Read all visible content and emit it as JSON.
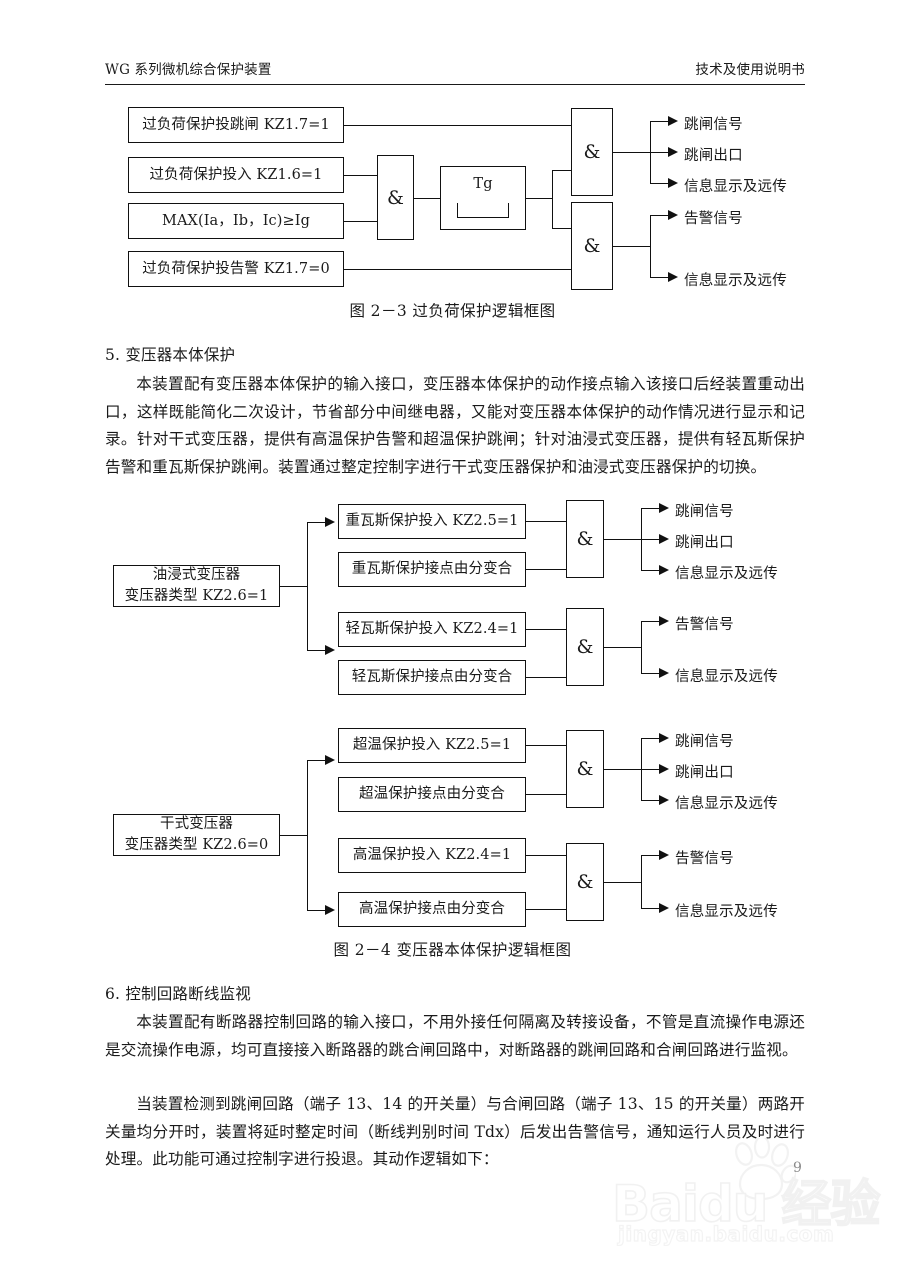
{
  "header": {
    "left": "WG 系列微机综合保护装置",
    "right": "技术及使用说明书"
  },
  "figure1": {
    "caption": "图 2－3  过负荷保护逻辑框图",
    "inputs": [
      "过负荷保护投跳闸 KZ1.7=1",
      "过负荷保护投入 KZ1.6=1",
      "MAX(Ia，Ib，Ic)≥Ig",
      "过负荷保护投告警 KZ1.7=0"
    ],
    "gates": {
      "and_symbol": "&",
      "timer_label": "Tg"
    },
    "outputs_trip": [
      "跳闸信号",
      "跳闸出口",
      "信息显示及远传"
    ],
    "outputs_alarm": [
      "告警信号",
      "信息显示及远传"
    ]
  },
  "section5": {
    "heading": "5.  变压器本体保护",
    "paragraph": "本装置配有变压器本体保护的输入接口，变压器本体保护的动作接点输入该接口后经装置重动出口，这样既能简化二次设计，节省部分中间继电器，又能对变压器本体保护的动作情况进行显示和记录。针对干式变压器，提供有高温保护告警和超温保护跳闸；针对油浸式变压器，提供有轻瓦斯保护告警和重瓦斯保护跳闸。装置通过整定控制字进行干式变压器保护和油浸式变压器保护的切换。"
  },
  "figure2": {
    "caption": "图 2－4  变压器本体保护逻辑框图",
    "source_oil": {
      "line1": "油浸式变压器",
      "line2": "变压器类型 KZ2.6=1"
    },
    "source_dry": {
      "line1": "干式变压器",
      "line2": "变压器类型 KZ2.6=0"
    },
    "and_symbol": "&",
    "groups": [
      {
        "inputs": [
          "重瓦斯保护投入 KZ2.5=1",
          "重瓦斯保护接点由分变合"
        ],
        "outputs": [
          "跳闸信号",
          "跳闸出口",
          "信息显示及远传"
        ]
      },
      {
        "inputs": [
          "轻瓦斯保护投入 KZ2.4=1",
          "轻瓦斯保护接点由分变合"
        ],
        "outputs": [
          "告警信号",
          "信息显示及远传"
        ]
      },
      {
        "inputs": [
          "超温保护投入 KZ2.5=1",
          "超温保护接点由分变合"
        ],
        "outputs": [
          "跳闸信号",
          "跳闸出口",
          "信息显示及远传"
        ]
      },
      {
        "inputs": [
          "高温保护投入 KZ2.4=1",
          "高温保护接点由分变合"
        ],
        "outputs": [
          "告警信号",
          "信息显示及远传"
        ]
      }
    ]
  },
  "section6": {
    "heading": "6. 控制回路断线监视",
    "paragraph1": "本装置配有断路器控制回路的输入接口，不用外接任何隔离及转接设备，不管是直流操作电源还是交流操作电源，均可直接接入断路器的跳合闸回路中，对断路器的跳闸回路和合闸回路进行监视。",
    "paragraph2": "当装置检测到跳闸回路（端子 13、14 的开关量）与合闸回路（端子 13、15 的开关量）两路开关量均分开时，装置将延时整定时间（断线判别时间 Tdx）后发出告警信号，通知运行人员及时进行处理。此功能可通过控制字进行投退。其动作逻辑如下："
  },
  "watermark": {
    "brand": "Baidu",
    "brand_cn": "经验",
    "domain": "jingyan.baidu.com"
  },
  "page_number": "9"
}
